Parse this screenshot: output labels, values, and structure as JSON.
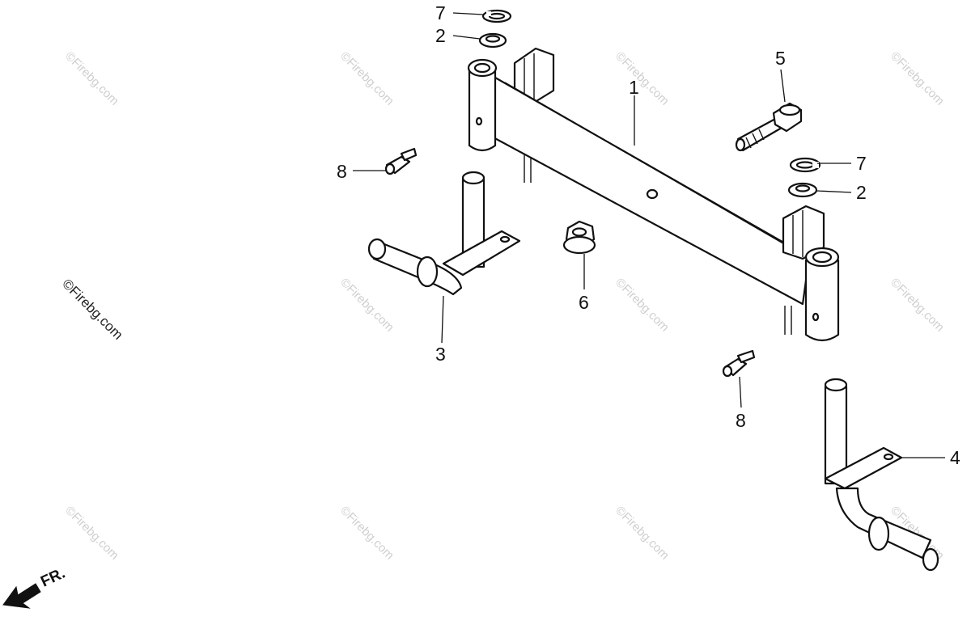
{
  "callouts": {
    "c1": "1",
    "c2a": "2",
    "c2b": "2",
    "c3": "3",
    "c4": "4",
    "c5": "5",
    "c6": "6",
    "c7a": "7",
    "c7b": "7",
    "c8a": "8",
    "c8b": "8"
  },
  "watermark": {
    "text": "©Firebg.com",
    "dark_text": "©Firebg.com"
  },
  "direction_label": "FR."
}
